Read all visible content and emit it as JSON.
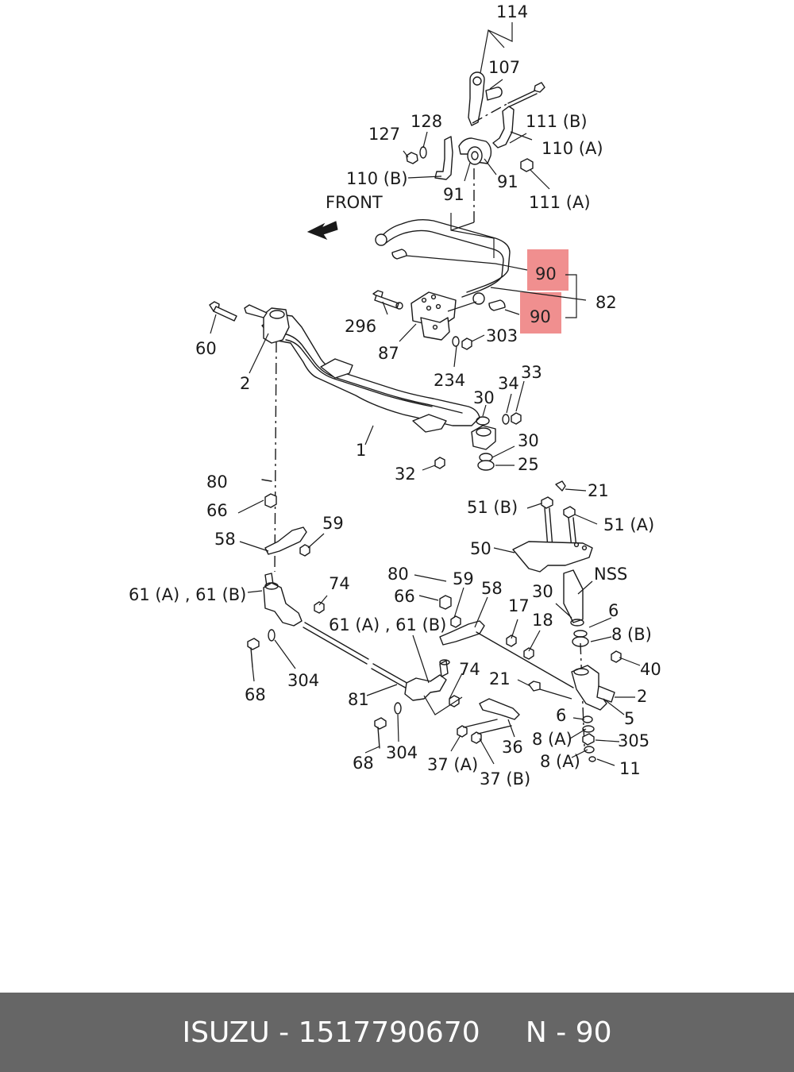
{
  "diagram": {
    "highlight_color": "#f08f8f",
    "front_label": "FRONT",
    "labels": [
      {
        "id": "l114",
        "text": "114"
      },
      {
        "id": "l107",
        "text": "107"
      },
      {
        "id": "l128",
        "text": "128"
      },
      {
        "id": "l127",
        "text": "127"
      },
      {
        "id": "l111b",
        "text": "111 (B)"
      },
      {
        "id": "l110a",
        "text": "110 (A)"
      },
      {
        "id": "l110b",
        "text": "110 (B)"
      },
      {
        "id": "l91a",
        "text": "91"
      },
      {
        "id": "l91b",
        "text": "91"
      },
      {
        "id": "l111a",
        "text": "111 (A)"
      },
      {
        "id": "l90a",
        "text": "90",
        "highlighted": true
      },
      {
        "id": "l90b",
        "text": "90",
        "highlighted": true
      },
      {
        "id": "l82",
        "text": "82"
      },
      {
        "id": "l296",
        "text": "296"
      },
      {
        "id": "l303",
        "text": "303"
      },
      {
        "id": "l87",
        "text": "87"
      },
      {
        "id": "l234",
        "text": "234"
      },
      {
        "id": "l60",
        "text": "60"
      },
      {
        "id": "l2a",
        "text": "2"
      },
      {
        "id": "l30a",
        "text": "30"
      },
      {
        "id": "l34",
        "text": "34"
      },
      {
        "id": "l33",
        "text": "33"
      },
      {
        "id": "l1",
        "text": "1"
      },
      {
        "id": "l30b",
        "text": "30"
      },
      {
        "id": "l25",
        "text": "25"
      },
      {
        "id": "l32",
        "text": "32"
      },
      {
        "id": "l80a",
        "text": "80"
      },
      {
        "id": "l66a",
        "text": "66"
      },
      {
        "id": "l21a",
        "text": "21"
      },
      {
        "id": "l51b",
        "text": "51 (B)"
      },
      {
        "id": "l51a",
        "text": "51 (A)"
      },
      {
        "id": "l59a",
        "text": "59"
      },
      {
        "id": "l58a",
        "text": "58"
      },
      {
        "id": "l50",
        "text": "50"
      },
      {
        "id": "l80b",
        "text": "80"
      },
      {
        "id": "l59b",
        "text": "59"
      },
      {
        "id": "lnss",
        "text": "NSS"
      },
      {
        "id": "l74a",
        "text": "74"
      },
      {
        "id": "l61a",
        "text": "61 (A) , 61 (B)"
      },
      {
        "id": "l66b",
        "text": "66"
      },
      {
        "id": "l58b",
        "text": "58"
      },
      {
        "id": "l30c",
        "text": "30"
      },
      {
        "id": "l6a",
        "text": "6"
      },
      {
        "id": "l17",
        "text": "17"
      },
      {
        "id": "l61b",
        "text": "61 (A) , 61 (B)"
      },
      {
        "id": "l18",
        "text": "18"
      },
      {
        "id": "l8b",
        "text": "8 (B)"
      },
      {
        "id": "l40",
        "text": "40"
      },
      {
        "id": "l304a",
        "text": "304"
      },
      {
        "id": "l68a",
        "text": "68"
      },
      {
        "id": "l74b",
        "text": "74"
      },
      {
        "id": "l21b",
        "text": "21"
      },
      {
        "id": "l2b",
        "text": "2"
      },
      {
        "id": "l81",
        "text": "81"
      },
      {
        "id": "l5",
        "text": "5"
      },
      {
        "id": "l6b",
        "text": "6"
      },
      {
        "id": "l8a1",
        "text": "8 (A)"
      },
      {
        "id": "l305",
        "text": "305"
      },
      {
        "id": "l36",
        "text": "36"
      },
      {
        "id": "l304b",
        "text": "304"
      },
      {
        "id": "l68b",
        "text": "68"
      },
      {
        "id": "l37a",
        "text": "37 (A)"
      },
      {
        "id": "l8a2",
        "text": "8 (A)"
      },
      {
        "id": "l11",
        "text": "11"
      },
      {
        "id": "l37b",
        "text": "37 (B)"
      }
    ]
  },
  "footer": {
    "brand": "ISUZU",
    "separator": " - ",
    "part_number": "1517790670",
    "ref_prefix": "N",
    "ref_separator": " - ",
    "ref_number": "90",
    "background": "#666666",
    "text_color": "#ffffff"
  }
}
